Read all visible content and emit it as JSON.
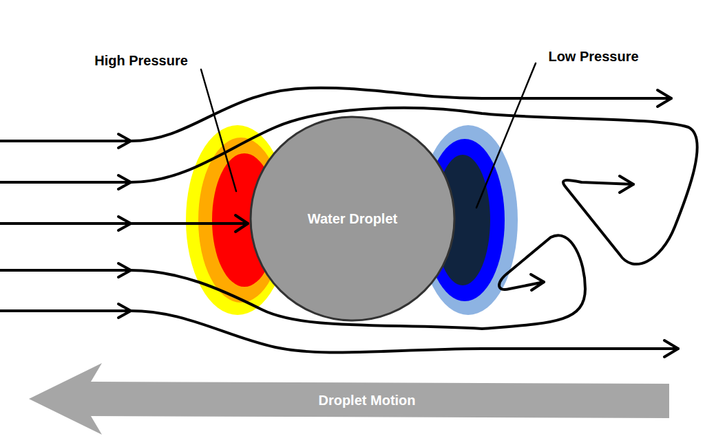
{
  "diagram": {
    "nodes": [
      {
        "text": [
          "Water Droplet"
        ]
      },
      {
        "text": [
          "Droplet Motion"
        ]
      }
    ],
    "labels": [
      "High Pressure",
      "Low Pressure"
    ]
  }
}
